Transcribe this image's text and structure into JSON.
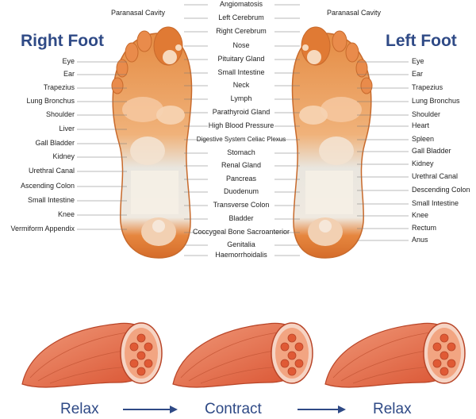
{
  "titles": {
    "right_foot": "Right Foot",
    "left_foot": "Left Foot"
  },
  "left_labels": [
    "Eye",
    "Ear",
    "Trapezius",
    "Lung Bronchus",
    "Shoulder",
    "Liver",
    "Gall Bladder",
    "Kidney",
    "Urethral Canal",
    "Ascending Colon",
    "Small Intestine",
    "Knee",
    "Vermiform Appendix"
  ],
  "right_labels": [
    "Eye",
    "Ear",
    "Trapezius",
    "Lung Bronchus",
    "Shoulder",
    "Heart",
    "Spleen",
    "Gall Bladder",
    "Kidney",
    "Urethral Canal",
    "Descending Colon",
    "Small Intestine",
    "Knee",
    "Rectum",
    "Anus"
  ],
  "paranasal": "Paranasal Cavity",
  "center_labels": [
    "Angiomatosis",
    "Left Cerebrum",
    "Right Cerebrum",
    "Nose",
    "Pituitary Gland",
    "Small Intestine",
    "Neck",
    "Lymph",
    "Parathyroid Gland",
    "High Blood Pressure",
    "Digestive System Celiac Plexus",
    "Stomach",
    "Renal Gland",
    "Pancreas",
    "Duodenum",
    "Transverse Colon",
    "Bladder",
    "Coccygeal Bone Sacroanterior",
    "Genitalia",
    "Haemorrhoidalis"
  ],
  "muscle_flow": [
    "Relax",
    "Contract",
    "Relax"
  ],
  "colors": {
    "title_blue": "#2f4a86",
    "foot_orange": "#d9772d",
    "foot_light": "#f3e2d0",
    "muscle": "#e8734f",
    "muscle_dark": "#c4472a"
  }
}
